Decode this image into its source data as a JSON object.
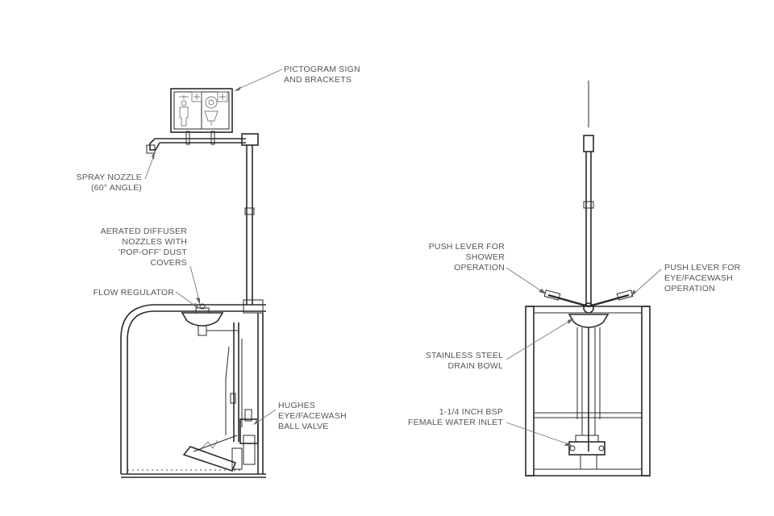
{
  "labels": {
    "pictogram_sign": [
      "PICTOGRAM SIGN",
      "AND BRACKETS"
    ],
    "spray_nozzle": [
      "SPRAY NOZZLE",
      "(60° ANGLE)"
    ],
    "aerated_diffuser": [
      "AERATED DIFFUSER",
      "NOZZLES WITH",
      "'POP-OFF' DUST",
      "COVERS"
    ],
    "flow_regulator": [
      "FLOW REGULATOR"
    ],
    "hughes_valve": [
      "HUGHES",
      "EYE/FACEWASH",
      "BALL VALVE"
    ],
    "push_lever_shower": [
      "PUSH LEVER FOR",
      "SHOWER",
      "OPERATION"
    ],
    "push_lever_eyewash": [
      "PUSH LEVER FOR",
      "EYE/FACEWASH",
      "OPERATION"
    ],
    "drain_bowl": [
      "STAINLESS STEEL",
      "DRAIN BOWL"
    ],
    "water_inlet": [
      "1-1/4 INCH BSP",
      "FEMALE WATER INLET"
    ]
  },
  "colors": {
    "line": "#2a2a2a",
    "label": "#555555",
    "leader": "#777777",
    "background": "#ffffff"
  }
}
